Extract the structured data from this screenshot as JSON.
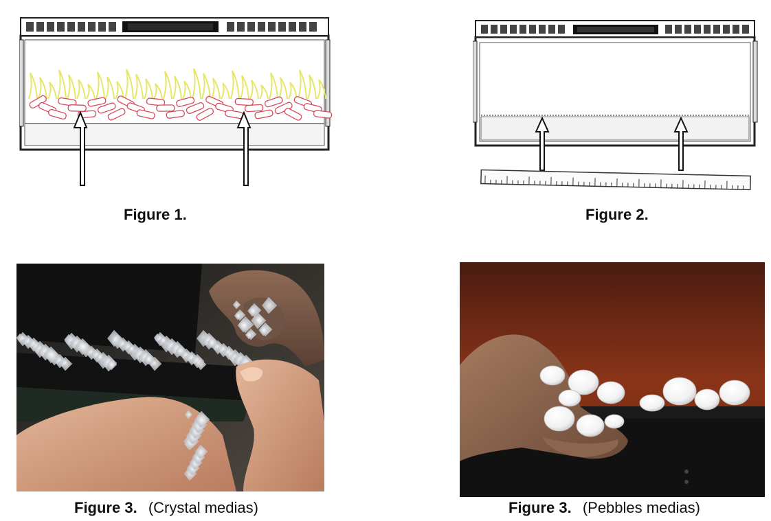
{
  "figures": [
    {
      "label": "Figure 1.",
      "note": ""
    },
    {
      "label": "Figure 2.",
      "note": ""
    },
    {
      "label": "Figure 3.",
      "note": "(Crystal medias)"
    },
    {
      "label": "Figure 3.",
      "note": "(Pebbles medias)"
    }
  ]
}
